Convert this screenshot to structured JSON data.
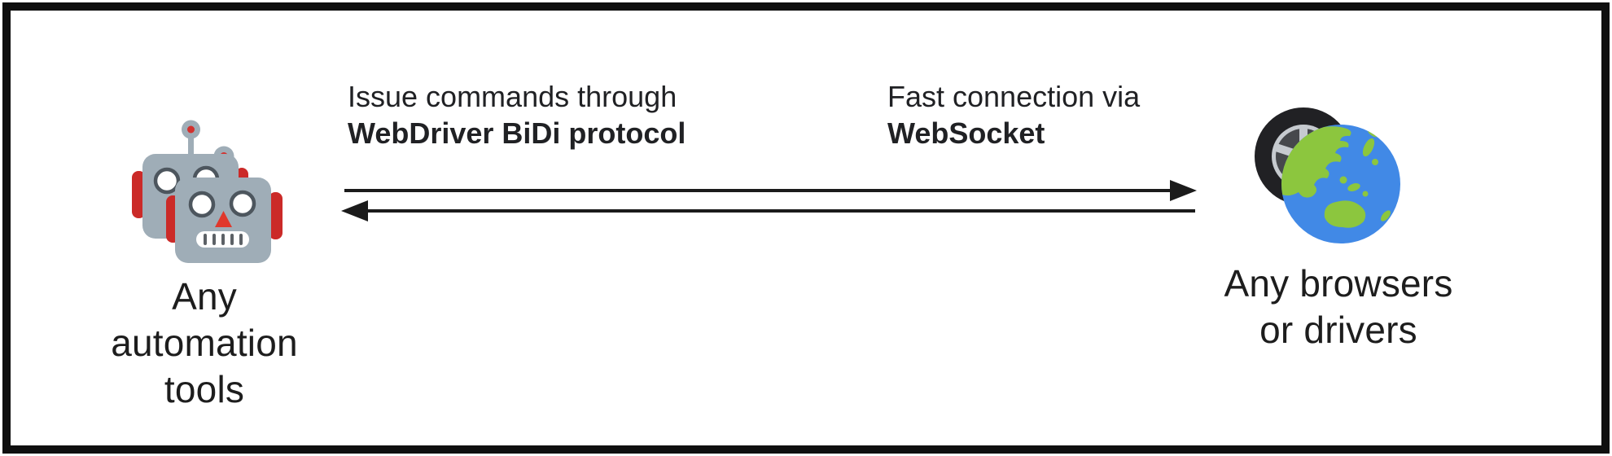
{
  "diagram": {
    "left_node": {
      "icon": "robots-icon",
      "lines": [
        "Any",
        "automation",
        "tools"
      ]
    },
    "right_node": {
      "icon": "wheel-globe-icon",
      "lines": [
        "Any browsers",
        "or drivers"
      ]
    },
    "command_label": {
      "normal": "Issue commands through",
      "bold": "WebDriver BiDi protocol"
    },
    "socket_label": {
      "normal": "Fast connection via",
      "bold": "WebSocket"
    },
    "colors": {
      "frame_border": "#0f0f0f",
      "arrow": "#1b1b1b",
      "text": "#1d1d1d",
      "robot_gray": "#9fadb7",
      "robot_red": "#cb2a28",
      "robot_nose_red": "#e0382c",
      "eye_ring": "#4d565e",
      "tire_black": "#212124",
      "rim_silver": "#c6cacf",
      "globe_ocean": "#4189e6",
      "globe_land": "#8cc63e"
    }
  }
}
